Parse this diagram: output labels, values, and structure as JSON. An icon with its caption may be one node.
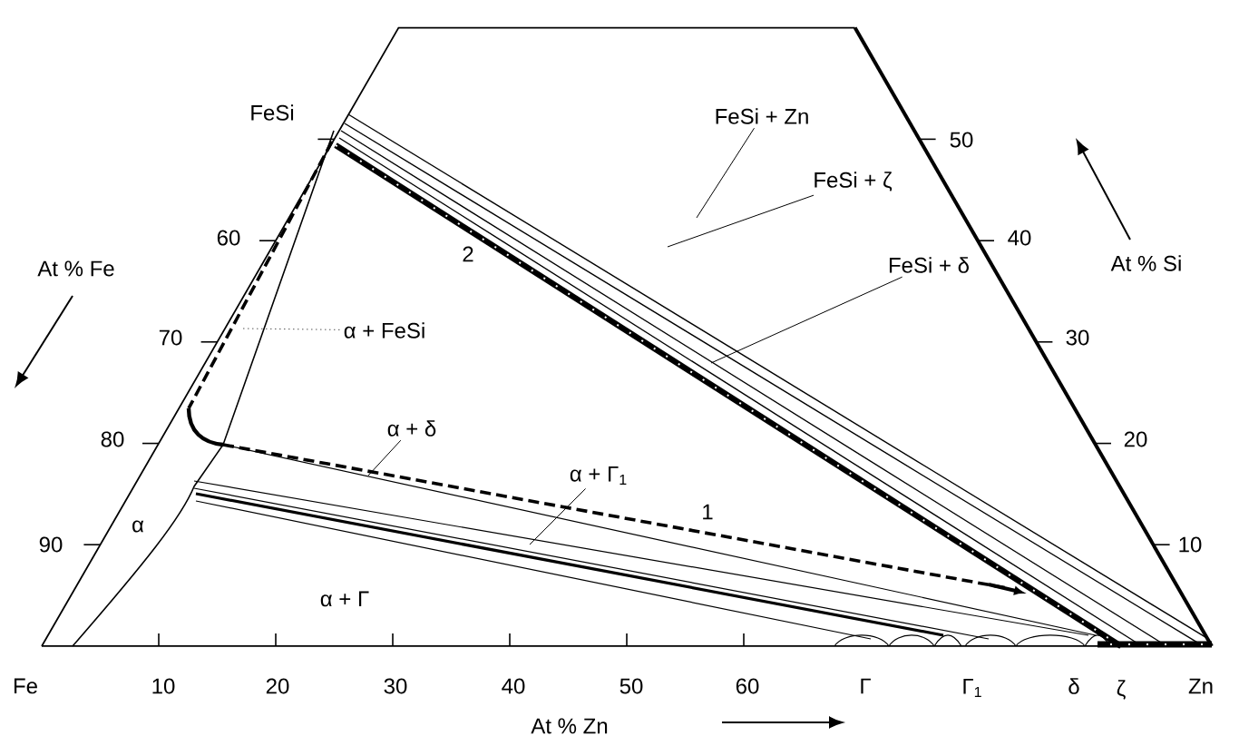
{
  "diagram": {
    "nodes": [
      {
        "text": [
          "FeSi + Zn"
        ]
      },
      {
        "text": [
          "FeSi + ζ"
        ]
      },
      {
        "text": [
          "FeSi + δ"
        ]
      },
      {
        "text": [
          "α + FeSi"
        ]
      },
      {
        "text": [
          "α + δ"
        ]
      },
      {
        "text": [
          "α + Γ$_{1}$"
        ]
      }
    ],
    "edges": [
      {
        "from": 0,
        "to": null,
        "arrow": "none"
      },
      {
        "from": 1,
        "to": null,
        "arrow": "none"
      },
      {
        "from": 2,
        "to": null,
        "arrow": "none"
      },
      {
        "from": 3,
        "to": null,
        "arrow": "none",
        "style": "dashed"
      },
      {
        "from": 4,
        "to": null,
        "arrow": "none"
      },
      {
        "from": 5,
        "to": null,
        "arrow": "none"
      }
    ],
    "labels": [
      "FeSi",
      "60",
      "70",
      "80",
      "90",
      "At % Fe",
      "50",
      "40",
      "30",
      "20",
      "10",
      "At % Si",
      "2",
      "1",
      "α",
      "α + Γ",
      "Fe",
      "10",
      "20",
      "30",
      "40",
      "50",
      "60",
      "Γ",
      "Γ$_{1}$",
      "δ",
      "ζ",
      "Zn",
      "At % Zn"
    ]
  }
}
